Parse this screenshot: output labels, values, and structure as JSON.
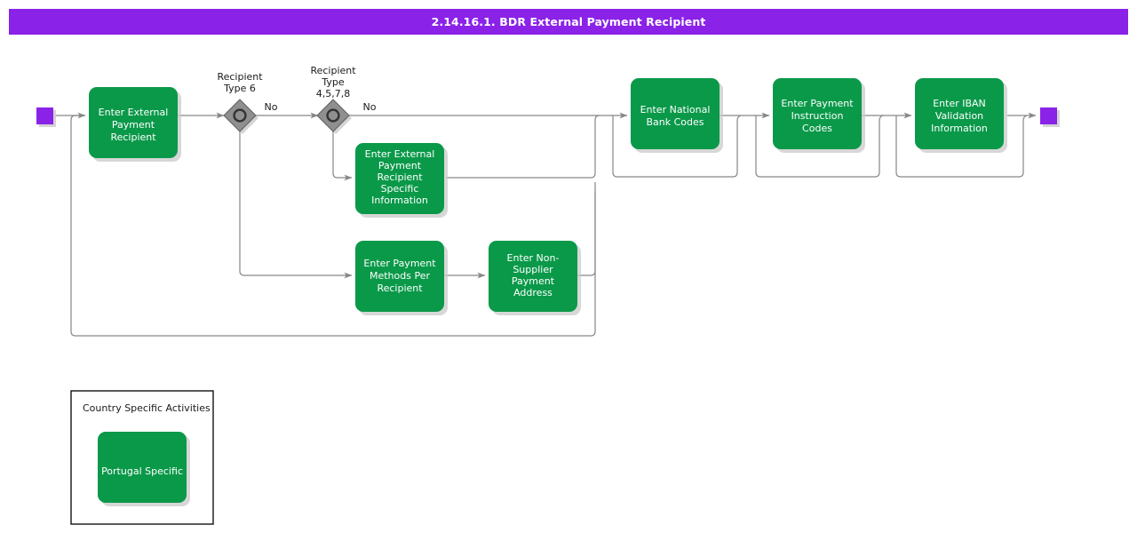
{
  "header": {
    "title": "2.14.16.1. BDR External Payment Recipient",
    "background_color": "#8a22e8",
    "text_color": "#ffffff"
  },
  "palette": {
    "task_green": "#0a9949",
    "node_purple": "#8a22e8",
    "gateway_gray": "#8f8f8f",
    "edge_gray": "#878787",
    "canvas": "#ffffff"
  },
  "diagram": {
    "type": "flowchart",
    "start_node": {
      "name": "start-event",
      "shape": "square",
      "color": "#8a22e8"
    },
    "end_node": {
      "name": "end-event",
      "shape": "square",
      "color": "#8a22e8"
    },
    "tasks": [
      {
        "id": "enter-external-payment-recipient",
        "lines": [
          "Enter External",
          "Payment",
          "Recipient"
        ]
      },
      {
        "id": "enter-external-payment-recipient-specific-information",
        "lines": [
          "Enter External",
          "Payment",
          "Recipient",
          "Specific",
          "Information"
        ]
      },
      {
        "id": "enter-payment-methods-per-recipient",
        "lines": [
          "Enter Payment",
          "Methods Per",
          "Recipient"
        ]
      },
      {
        "id": "enter-non-supplier-payment-address",
        "lines": [
          "Enter Non-",
          "Supplier",
          "Payment",
          "Address"
        ]
      },
      {
        "id": "enter-national-bank-codes",
        "lines": [
          "Enter National",
          "Bank Codes"
        ]
      },
      {
        "id": "enter-payment-instruction-codes",
        "lines": [
          "Enter Payment",
          "Instruction",
          "Codes"
        ]
      },
      {
        "id": "enter-iban-validation-information",
        "lines": [
          "Enter IBAN",
          "Validation",
          "Information"
        ]
      }
    ],
    "gateways": [
      {
        "id": "gateway-recipient-type-6",
        "lines": [
          "Recipient",
          "Type 6"
        ],
        "branch_label": "No"
      },
      {
        "id": "gateway-recipient-type-4578",
        "lines": [
          "Recipient",
          "Type",
          "4,5,7,8"
        ],
        "branch_label": "No"
      }
    ],
    "group": {
      "id": "country-specific-activities",
      "title": "Country Specific Activities",
      "task": {
        "id": "portugal-specific",
        "lines": [
          "Portugal Specific"
        ]
      }
    }
  }
}
